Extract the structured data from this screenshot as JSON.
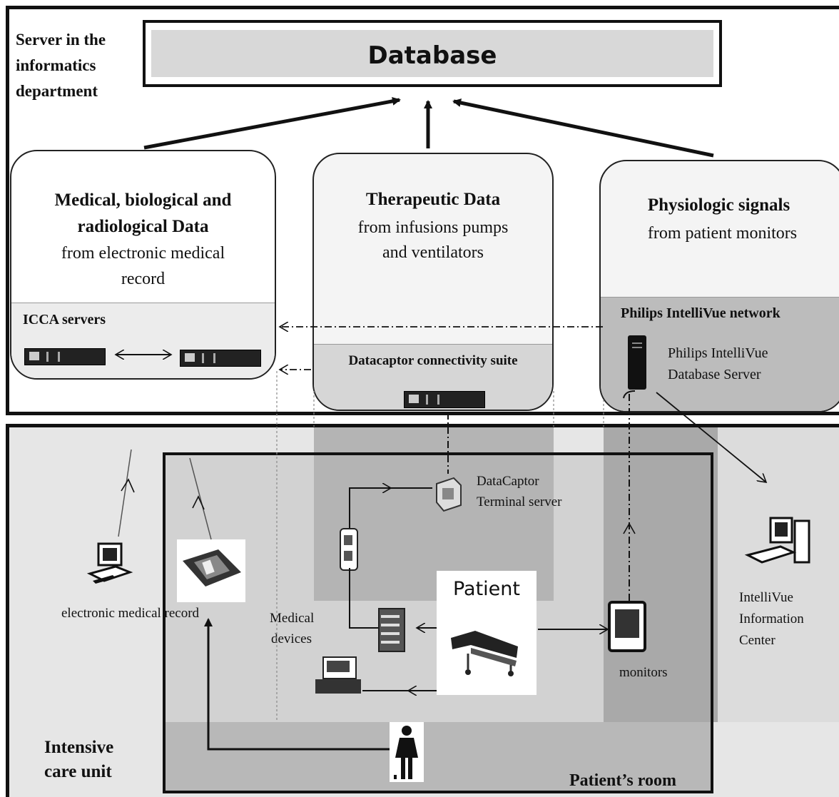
{
  "colors": {
    "frame": "#111111",
    "db_fill": "#d6d6d6",
    "box_fill_light": "#f2f2f2",
    "box_fill_dark": "#cfcfcf",
    "band_gray": "#bdbdbd",
    "room_gray": "#cfcfcf",
    "floor_gray": "#b3b3b3",
    "dark_column": "#a7a7a7"
  },
  "server": {
    "label": "Server in the informatics department",
    "database": "Database"
  },
  "boxes": {
    "medical": {
      "title_line1": "Medical, biological  and",
      "title_line2": "radiological  Data",
      "sub_line1": "from  electronic  medical",
      "sub_line2": "record",
      "band_label": "ICCA  servers"
    },
    "therapeutic": {
      "title": "Therapeutic  Data",
      "sub_line1": "from  infusions  pumps",
      "sub_line2": "and ventilators",
      "band_label": "Datacaptor  connectivity  suite"
    },
    "physiologic": {
      "title": "Physiologic  signals",
      "sub": "from  patient  monitors",
      "band_label": "Philips IntelliVue  network",
      "server_label_line1": "Philips IntelliVue",
      "server_label_line2": "Database Server"
    }
  },
  "icu": {
    "label_line1": "Intensive",
    "label_line2": "care unit",
    "room_label": "Patient’s room",
    "patient": "Patient",
    "emr_label": "electronic medical  record",
    "medical_devices_line1": "Medical",
    "medical_devices_line2": "devices",
    "datacaptor_line1": "DataCaptor",
    "datacaptor_line2": "Terminal  server",
    "monitors": "monitors",
    "intellivue_line1": "IntelliVue",
    "intellivue_line2": "Information",
    "intellivue_line3": "Center"
  }
}
